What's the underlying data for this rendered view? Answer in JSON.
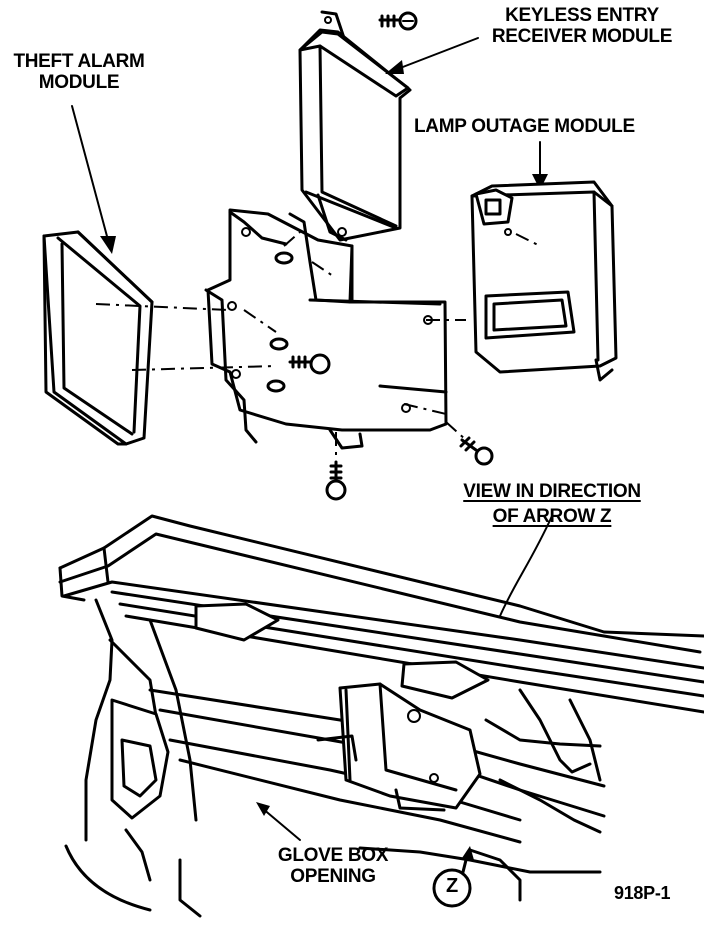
{
  "labels": {
    "keyless_entry_line1": "KEYLESS ENTRY",
    "keyless_entry_line2": "RECEIVER MODULE",
    "theft_alarm_line1": "THEFT ALARM",
    "theft_alarm_line2": "MODULE",
    "lamp_outage": "LAMP OUTAGE MODULE",
    "view_line1": "VIEW IN DIRECTION",
    "view_line2": "OF ARROW Z",
    "glove_box_line1": "GLOVE BOX",
    "glove_box_line2": "OPENING",
    "arrow_z_letter": "Z",
    "figure_number": "918P-1"
  }
}
